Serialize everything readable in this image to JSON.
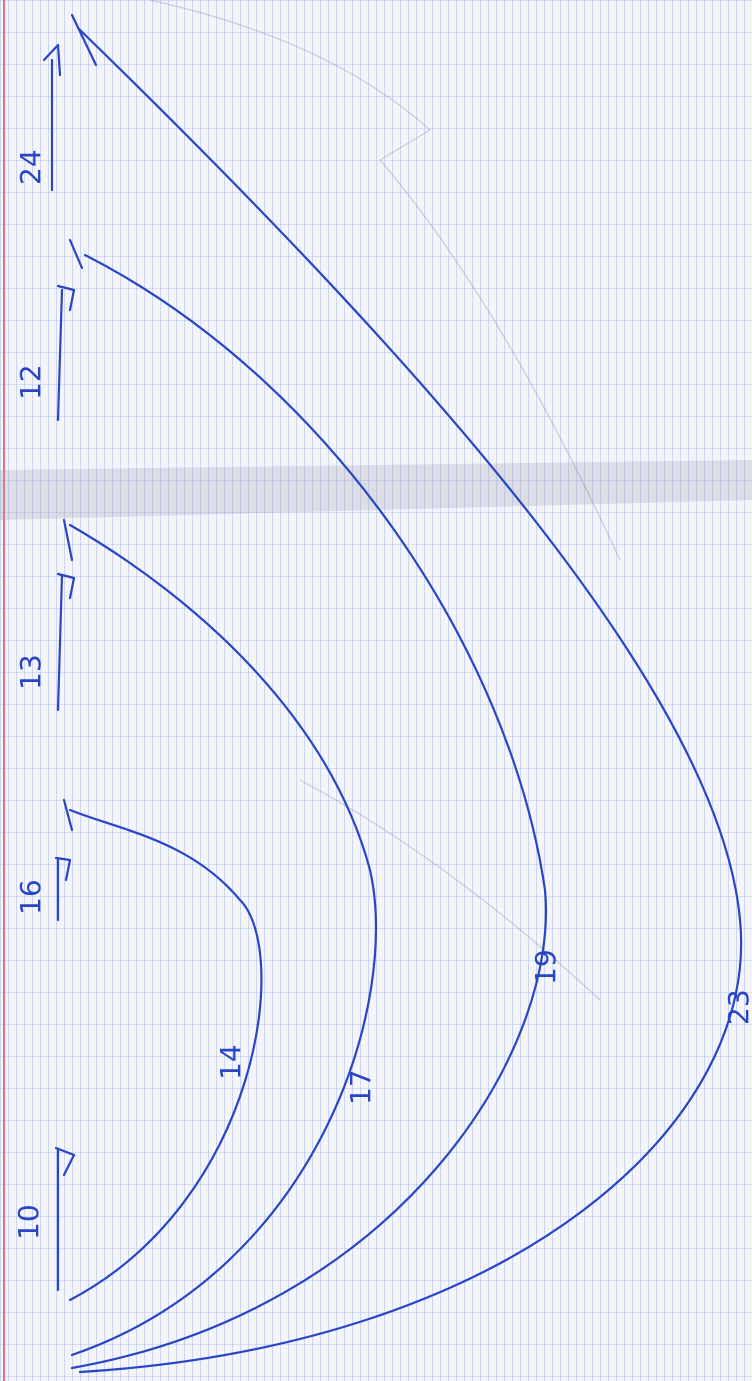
{
  "colors": {
    "paper": "#f4f5f9",
    "grid": "#6e8ce6",
    "margin_line": "#e8707a",
    "ink": "#2a45c4",
    "fold_shadow": "#c9ccd6"
  },
  "notebook": {
    "arrows": [
      {
        "label": "10"
      },
      {
        "label": "16"
      },
      {
        "label": "13"
      },
      {
        "label": "12"
      },
      {
        "label": "24"
      }
    ],
    "arcs": [
      {
        "label": "14"
      },
      {
        "label": "17"
      },
      {
        "label": "19"
      },
      {
        "label": "23"
      }
    ]
  }
}
